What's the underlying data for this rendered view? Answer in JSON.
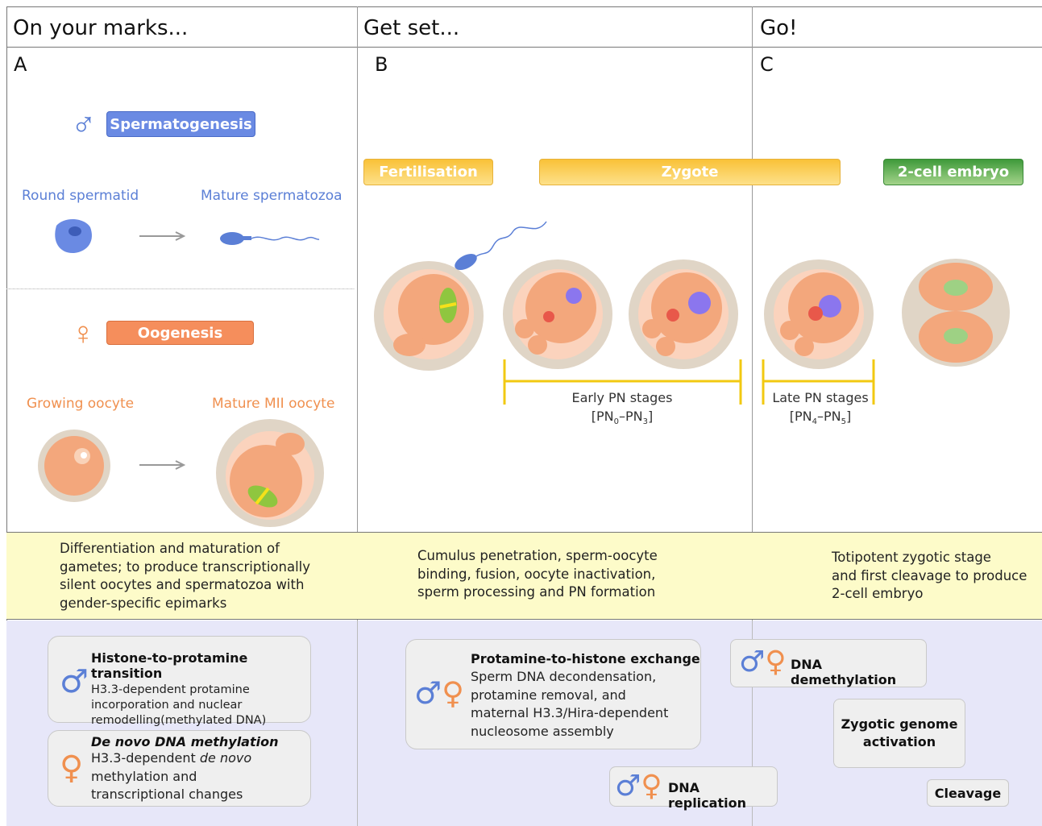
{
  "headers": {
    "col1": "On your marks...",
    "col2": "Get set...",
    "col3": "Go!"
  },
  "panel_letters": {
    "a": "A",
    "b": "B",
    "c": "C"
  },
  "male_symbol": "♂",
  "female_symbol": "♀",
  "panel_a": {
    "spermatogenesis_label": "Spermatogenesis",
    "round_spermatid": "Round spermatid",
    "mature_spermatozoa": "Mature spermatozoa",
    "oogenesis_label": "Oogenesis",
    "growing_oocyte": "Growing oocyte",
    "mature_mii_oocyte": "Mature MII oocyte"
  },
  "stage_bars": {
    "fertilisation": "Fertilisation",
    "zygote": "Zygote",
    "two_cell_embryo": "2-cell embryo"
  },
  "pn": {
    "early_label": "Early PN stages",
    "early_range_open": "[PN",
    "early_sub1": "0",
    "early_dash": "–PN",
    "early_sub2": "3",
    "early_close": "]",
    "late_label": "Late PN stages",
    "late_range_open": "[PN",
    "late_sub1": "4",
    "late_dash": "–PN",
    "late_sub2": "5",
    "late_close": "]"
  },
  "band": {
    "a_l1": "Differentiation and maturation of",
    "a_l2": "gametes; to produce transcriptionally",
    "a_l3": "silent oocytes and spermatozoa with",
    "a_l4": "gender-specific epimarks",
    "b_l1": "Cumulus penetration, sperm-oocyte",
    "b_l2": "binding, fusion, oocyte inactivation,",
    "b_l3": "sperm processing and PN formation",
    "c_l1": "Totipotent zygotic stage",
    "c_l2": "and first cleavage to produce",
    "c_l3": "2-cell embryo"
  },
  "boxes": {
    "histone_title": "Histone-to-protamine transition",
    "histone_l1": "H3.3-dependent protamine",
    "histone_l2": "incorporation and nuclear",
    "histone_l3": "remodelling(methylated DNA)",
    "denovo_title": "De novo DNA methylation",
    "denovo_l1_pre": "H3.3-dependent ",
    "denovo_l1_em": "de novo",
    "denovo_l2": "methylation and",
    "denovo_l3": "transcriptional changes",
    "exchange_title": "Protamine-to-histone exchange",
    "exchange_l1": "Sperm DNA decondensation,",
    "exchange_l2": "protamine removal, and",
    "exchange_l3": "maternal H3.3/Hira-dependent",
    "exchange_l4": "nucleosome assembly",
    "replication": "DNA replication",
    "demethylation": "DNA demethylation",
    "zga_l1": "Zygotic genome",
    "zga_l2": "activation",
    "cleavage": "Cleavage"
  },
  "colors": {
    "male_blue": "#5b7fd6",
    "female_orange": "#f0904f",
    "stage_yellow": "#f9c138",
    "embryo_green": "#3f9a3b",
    "band_yellow": "#fdfbc9",
    "bottom_lavender": "#e7e7f9",
    "pn_bracket": "#f2c911",
    "cell_orange": "#f3a77c",
    "zona_grey": "#e0d5c6"
  }
}
